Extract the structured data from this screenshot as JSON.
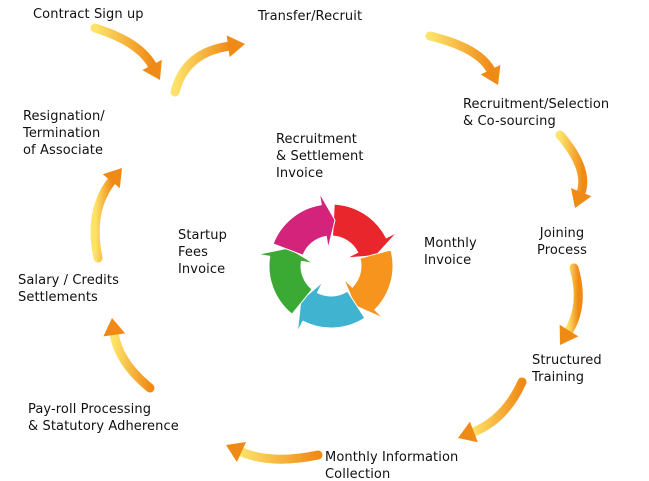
{
  "outer_steps": [
    {
      "id": "contract",
      "label": "Contract Sign up"
    },
    {
      "id": "transfer",
      "label": "Transfer/Recruit"
    },
    {
      "id": "recruitment",
      "label": "Recruitment/Selection\n& Co-sourcing"
    },
    {
      "id": "joining",
      "label": "Joining\nProcess"
    },
    {
      "id": "training",
      "label": "Structured\nTraining"
    },
    {
      "id": "mis",
      "label": "Monthly Information\nCollection"
    },
    {
      "id": "payroll",
      "label": "Pay-roll Processing\n& Statutory Adherence"
    },
    {
      "id": "salary",
      "label": "Salary / Credits\nSettlements"
    },
    {
      "id": "resignation",
      "label": "Resignation/\nTermination\nof Associate"
    }
  ],
  "inner_labels": [
    {
      "id": "recruit_invoice",
      "label": "Recruitment\n& Settlement\nInvoice"
    },
    {
      "id": "monthly_invoice",
      "label": "Monthly\nInvoice"
    },
    {
      "id": "startup_invoice",
      "label": "Startup\nFees\nInvoice"
    }
  ],
  "cycle_colors": [
    "#e8262b",
    "#f7941d",
    "#3fb3d0",
    "#3aaa35",
    "#d4237a"
  ],
  "arrow_colors": {
    "light": "#fde36a",
    "dark": "#f08a16"
  }
}
